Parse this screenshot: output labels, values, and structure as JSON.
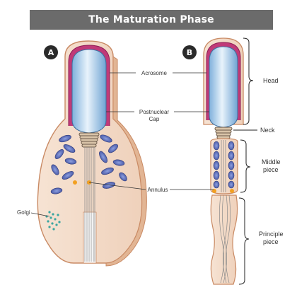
{
  "title": "The Maturation Phase",
  "panels": [
    {
      "badge": "A"
    },
    {
      "badge": "B"
    }
  ],
  "labels": {
    "acrosome": "Acrosome",
    "postnuclear_cap": [
      "Postnuclear",
      "Cap"
    ],
    "annulus": "Annulus",
    "golgi": "Golgi"
  },
  "regions": {
    "head": "Head",
    "neck": "Neck",
    "middle_piece": [
      "Middle",
      "piece"
    ],
    "principle_piece": [
      "Principle",
      "piece"
    ]
  },
  "colors": {
    "title_bg": "#6b6b6b",
    "cytoplasm": "#f3dcc9",
    "cytoplasm_edge": "#c98a64",
    "nucleus": "#a9cde9",
    "acrosome": "#c03a78",
    "mitochondria": "#5a6dbd",
    "annulus": "#f2a021",
    "golgi": "#3aa6a0"
  }
}
